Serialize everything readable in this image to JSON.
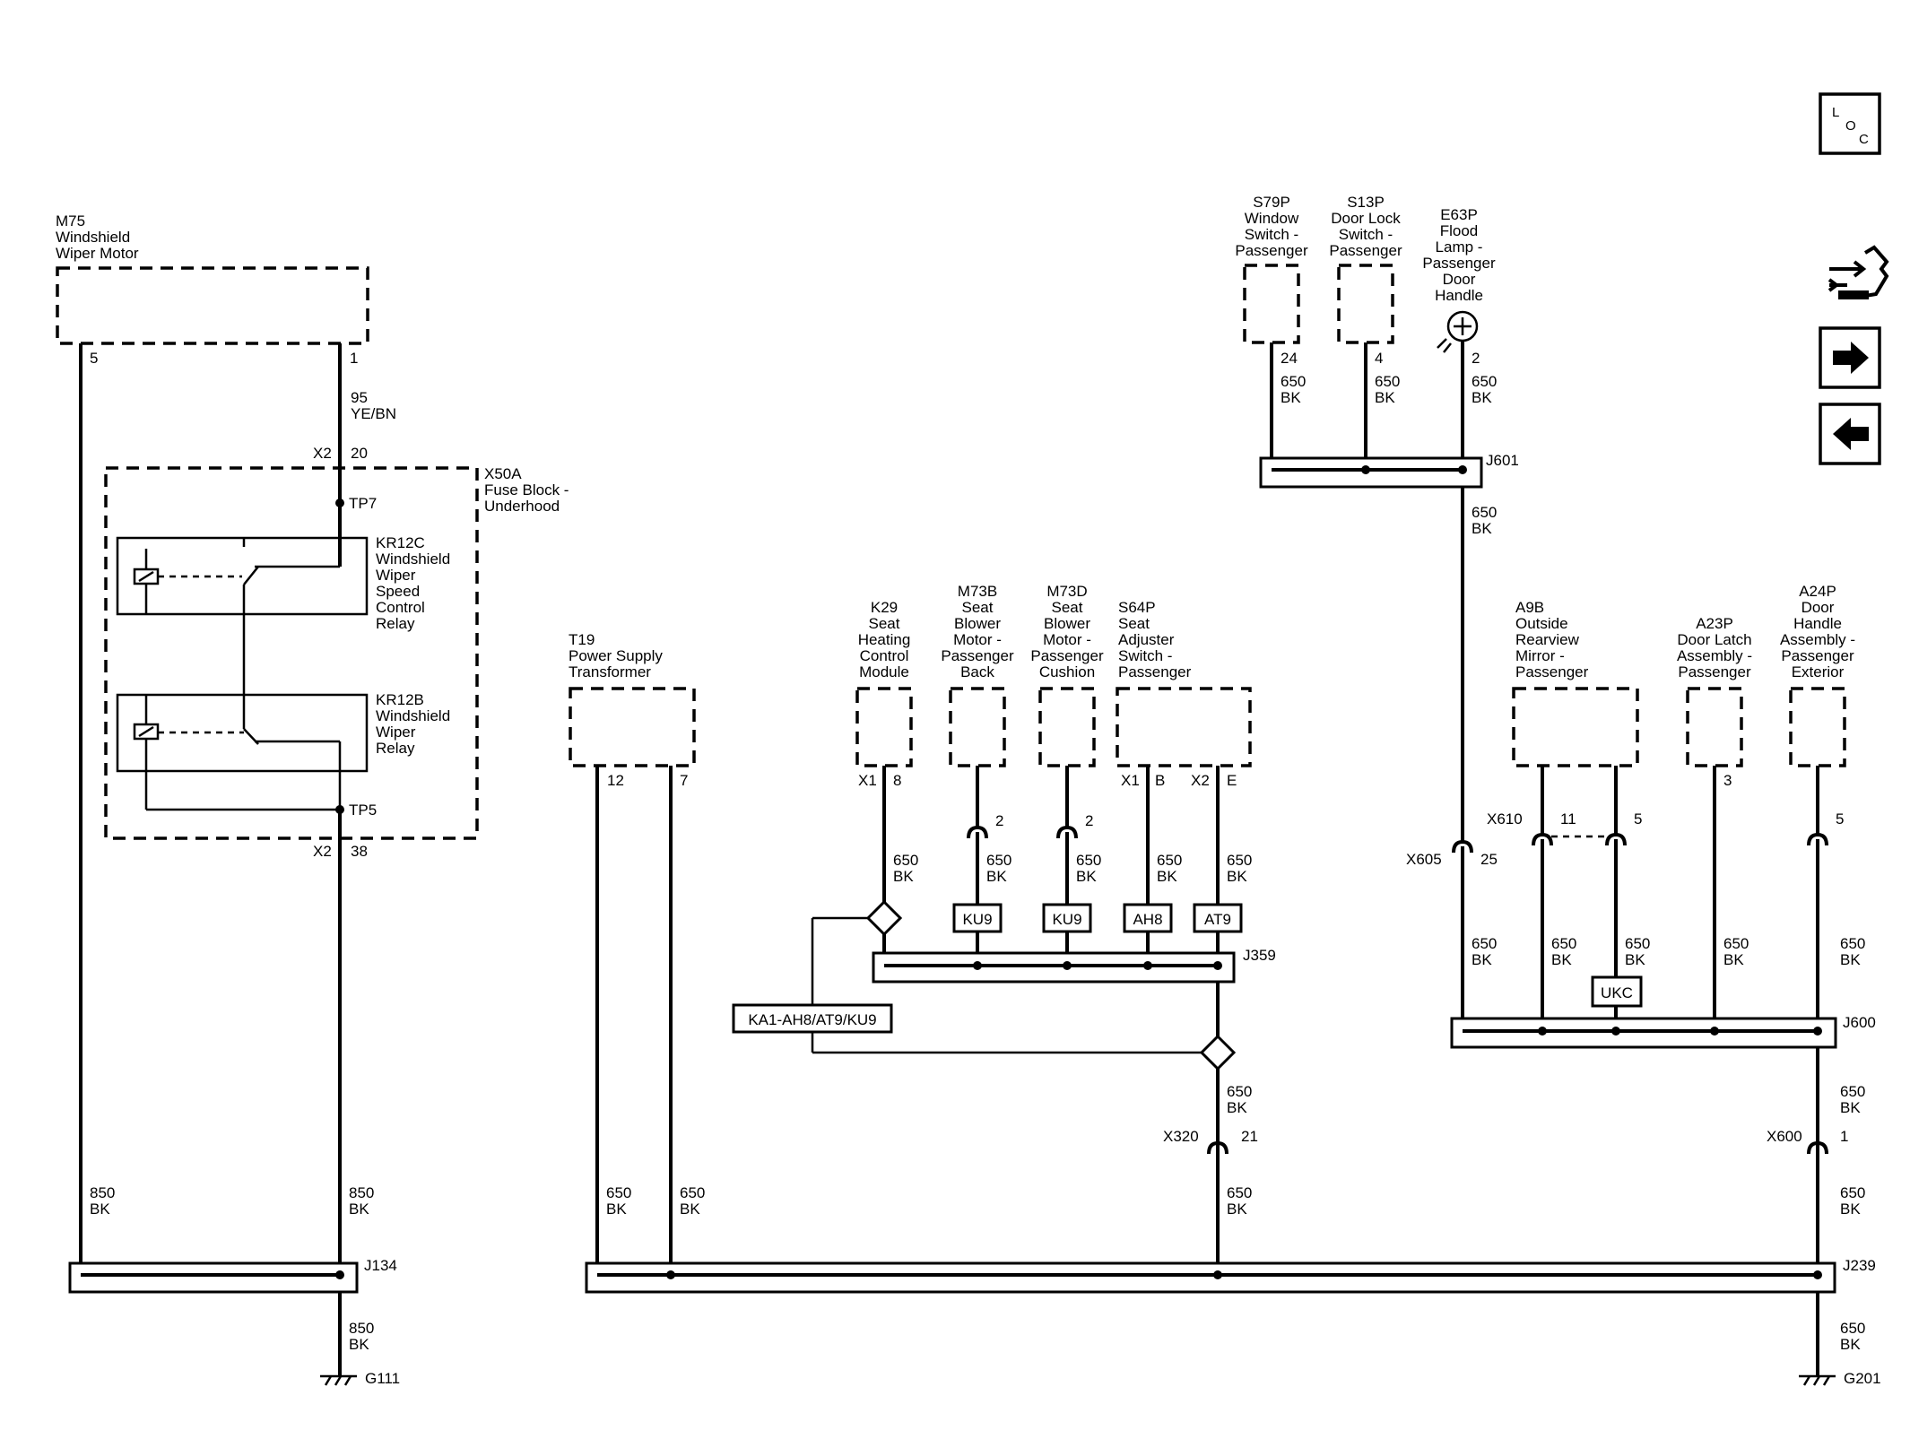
{
  "colors": {
    "line": "#000000",
    "background": "#ffffff"
  },
  "nav": {
    "loc_icon": "loc-icon",
    "connector_icon": "connector-view-icon",
    "next_icon": "arrow-right-icon",
    "prev_icon": "arrow-left-icon",
    "loc_l": "L",
    "loc_o": "O",
    "loc_c": "C"
  },
  "components": {
    "m75": [
      "M75",
      "Windshield",
      "Wiper Motor"
    ],
    "x50a": [
      "X50A",
      "Fuse Block -",
      "Underhood"
    ],
    "kr12c": [
      "KR12C",
      "Windshield",
      "Wiper",
      "Speed",
      "Control",
      "Relay"
    ],
    "kr12b": [
      "KR12B",
      "Windshield",
      "Wiper",
      "Relay"
    ],
    "t19": [
      "T19",
      "Power Supply",
      "Transformer"
    ],
    "k29": [
      "K29",
      "Seat",
      "Heating",
      "Control",
      "Module"
    ],
    "m73b": [
      "M73B",
      "Seat",
      "Blower",
      "Motor -",
      "Passenger",
      "Back"
    ],
    "m73d": [
      "M73D",
      "Seat",
      "Blower",
      "Motor -",
      "Passenger",
      "Cushion"
    ],
    "s64p": [
      "S64P",
      "Seat",
      "Adjuster",
      "Switch -",
      "Passenger"
    ],
    "s79p": [
      "S79P",
      "Window",
      "Switch -",
      "Passenger"
    ],
    "s13p": [
      "S13P",
      "Door Lock",
      "Switch -",
      "Passenger"
    ],
    "e63p": [
      "E63P",
      "Flood",
      "Lamp -",
      "Passenger",
      "Door",
      "Handle"
    ],
    "a9b": [
      "A9B",
      "Outside",
      "Rearview",
      "Mirror -",
      "Passenger"
    ],
    "a23p": [
      "A23P",
      "Door Latch",
      "Assembly -",
      "Passenger"
    ],
    "a24p": [
      "A24P",
      "Door",
      "Handle",
      "Assembly -",
      "Passenger",
      "Exterior"
    ]
  },
  "pins": {
    "m75_5": "5",
    "m75_1": "1",
    "x2_a": "X2",
    "x2_20": "20",
    "x2_b": "X2",
    "x2_38": "38",
    "t19_12": "12",
    "t19_7": "7",
    "k29_x1": "X1",
    "k29_8": "8",
    "m73b_2": "2",
    "m73d_2": "2",
    "s64p_x1": "X1",
    "s64p_b": "B",
    "s64p_x2": "X2",
    "s64p_e": "E",
    "s79p_24": "24",
    "s13p_4": "4",
    "e63p_2": "2",
    "x605": "X605",
    "x605_25": "25",
    "x610": "X610",
    "x610_11": "11",
    "x610_5": "5",
    "a23p_3": "3",
    "a24p_5": "5",
    "x320": "X320",
    "x320_21": "21",
    "x600": "X600",
    "x600_1": "1"
  },
  "testpoints": {
    "tp7": "TP7",
    "tp5": "TP5"
  },
  "wires": {
    "w95": [
      "95",
      "YE/BN"
    ],
    "bk850": [
      "850",
      "BK"
    ],
    "bk650": [
      "650",
      "BK"
    ]
  },
  "options": {
    "ku9_a": "KU9",
    "ku9_b": "KU9",
    "ah8": "AH8",
    "at9": "AT9",
    "ukc": "UKC",
    "ka1": "KA1-AH8/AT9/KU9"
  },
  "splices": {
    "j134": "J134",
    "j239": "J239",
    "j359": "J359",
    "j600": "J600",
    "j601": "J601"
  },
  "grounds": {
    "g111": "G111",
    "g201": "G201"
  }
}
